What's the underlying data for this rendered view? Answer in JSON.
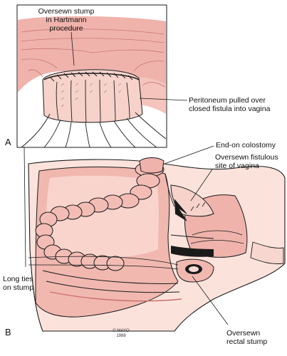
{
  "figure": {
    "panels": [
      "A",
      "B"
    ],
    "labels": {
      "oversewn_stump": "Oversewn stump\nin Hartmann\nprocedure",
      "peritoneum": "Peritoneum pulled over\nclosed fistula into vagina",
      "end_on_colostomy": "End-on colostomy",
      "oversewn_fistulous": "Oversewn fistulous\nsite of vagina",
      "long_ties": "Long ties\non stump",
      "oversewn_rectal": "Oversewn\nrectal stump"
    },
    "copyright": "© MAYO\n1988"
  },
  "colors": {
    "outline": "#1a1a1a",
    "tissue_pink": "#efb3ac",
    "tissue_light": "#f8d8d2",
    "tissue_dark": "#d98a83",
    "bowel": "#f3bdb6",
    "skin": "#fbe3dc"
  }
}
